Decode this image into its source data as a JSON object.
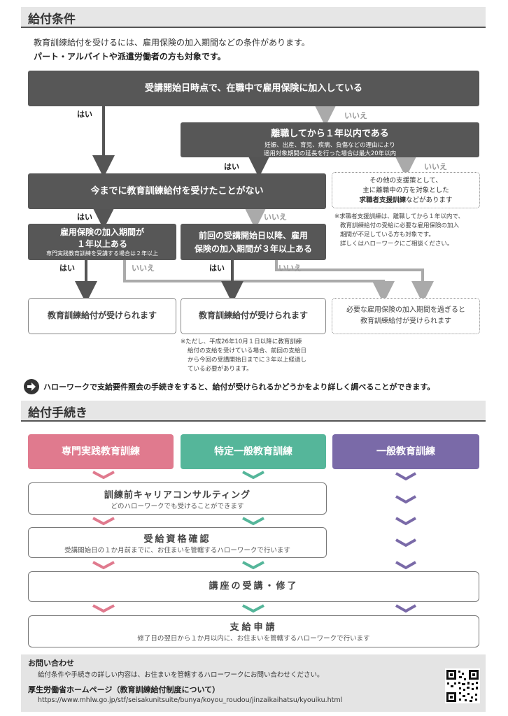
{
  "section1": {
    "title": "給付条件"
  },
  "intro": {
    "line1": "教育訓練給付を受けるには、雇用保険の加入期間などの条件があります。",
    "line2": "パート・アルバイトや派遣労働者の方も対象です。"
  },
  "flow": {
    "q1": "受講開始日時点で、在職中で雇用保険に加入している",
    "q2": {
      "title": "離職してから１年以内である",
      "note1": "妊娠、出産、育児、疾病、負傷などの理由により",
      "note2": "適用対象期間の延長を行った場合は最大20年以内"
    },
    "q3": "今までに教育訓練給付を受けたことがない",
    "q4": {
      "line1": "雇用保険の加入期間が",
      "line2": "１年以上ある",
      "note": "専門実践教育訓練を受講する場合は２年以上"
    },
    "q5": {
      "line1": "前回の受講開始日以降、雇用",
      "line2": "保険の加入期間が３年以上ある"
    },
    "yes": "はい",
    "no": "いいえ",
    "support": {
      "line1": "その他の支援策として、",
      "line2": "主に離職中の方を対象とした",
      "bold": "求職者支援訓練",
      "tail": "などがあります"
    },
    "support_note": {
      "l1": "※求職者支援訓練は、離職してから１年以内で、",
      "l2": "教育訓練給付の受給に必要な雇用保険の加入",
      "l3": "期間が不足している方も対象です。",
      "l4": "詳しくはハローワークにご相談ください。"
    },
    "result1": "教育訓練給付が受けられます",
    "result2": "教育訓練給付が受けられます",
    "result3": {
      "line1": "必要な雇用保険の加入期間を過ぎると",
      "line2": "教育訓練給付が受けられます"
    },
    "footnote": {
      "l1": "※ただし、平成26年10月１日以降に教育訓練",
      "l2": "給付の支給を受けている場合、前回の支給日",
      "l3": "から今回の受講開始日までに３年以上経過し",
      "l4": "ている必要があります。"
    }
  },
  "hello_work_note": "ハローワークで支給要件照会の手続きをすると、給付が受けられるかどうかをより詳しく調べることができます。",
  "section2": {
    "title": "給付手続き"
  },
  "columns": [
    {
      "label": "専門実践教育訓練",
      "color": "#e07a8e"
    },
    {
      "label": "特定一般教育訓練",
      "color": "#55b69a"
    },
    {
      "label": "一般教育訓練",
      "color": "#7a6aa8"
    }
  ],
  "steps": {
    "s1": {
      "title": "訓練前キャリアコンサルティング",
      "sub": "どのハローワークでも受けることができます"
    },
    "s2": {
      "title": "受給資格確認",
      "sub": "受講開始日の１か月前までに、お住まいを管轄するハローワークで行います"
    },
    "s3": {
      "title": "講座の受講・修了"
    },
    "s4": {
      "title": "支給申請",
      "sub": "修了日の翌日から１か月以内に、お住まいを管轄するハローワークで行います"
    }
  },
  "footer": {
    "contact_title": "お問い合わせ",
    "contact_text": "給付条件や手続きの詳しい内容は、お住まいを管轄するハローワークにお問い合わせください。",
    "mhlw_title": "厚生労働省ホームページ（教育訓練給付制度について）",
    "url": "https://www.mhlw.go.jp/stf/seisakunitsuite/bunya/koyou_roudou/jinzaikaihatsu/kyouiku.html"
  }
}
